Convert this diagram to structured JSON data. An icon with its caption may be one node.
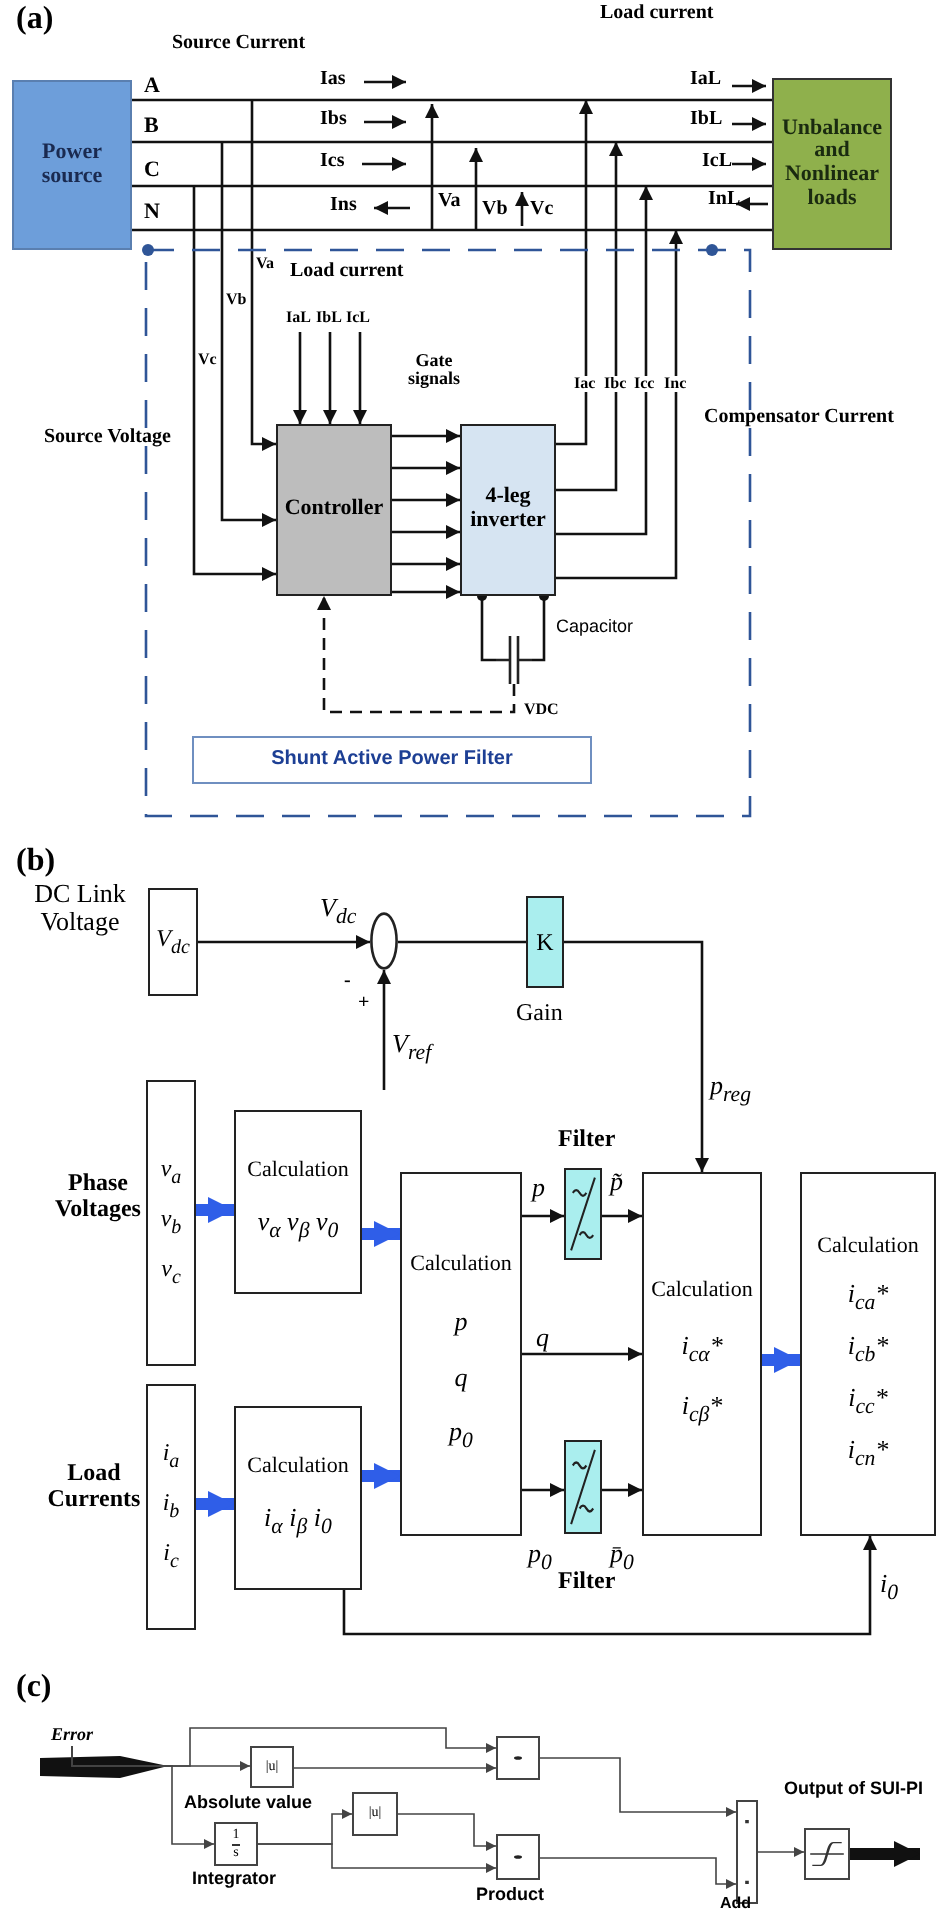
{
  "diagram": {
    "nodes": [
      {
        "text": [
          "Power source"
        ]
      },
      {
        "text": [
          "Unbalance and Nonlinear loads"
        ]
      },
      {
        "text": [
          "Controller"
        ]
      },
      {
        "text": [
          "4-leg inverter"
        ]
      },
      {
        "text": [],
        "shape": "capacitor",
        "beside": [
          "Capacitor"
        ]
      },
      {
        "text": [
          "Shunt Active Power Filter"
        ]
      },
      {
        "text": [
          "V$_{dc}$"
        ],
        "beside": [
          "DC Link Voltage"
        ]
      },
      {
        "text": [],
        "shape": "circle"
      },
      {
        "text": [
          "K"
        ],
        "beside": [
          "Gain"
        ]
      },
      {
        "text": [
          "v$_{a}$",
          "v$_{b}$",
          "v$_{c}$"
        ],
        "beside": [
          "Phase Voltages"
        ]
      },
      {
        "text": [
          "Calculation",
          "v$_{α}$  v$_{β}$  v$_{0}$"
        ]
      },
      {
        "text": [
          "Calculation",
          "p",
          "q",
          "p$_{0}$"
        ]
      },
      {
        "text": [],
        "shape": "box",
        "beside": [
          "Filter"
        ]
      },
      {
        "text": [
          "Calculation",
          "i$_{cα}$*",
          "i$_{cβ}$*"
        ]
      },
      {
        "text": [
          "Calculation",
          "i$_{ca}$*",
          "i$_{cb}$*",
          "i$_{cc}$*",
          "i$_{cn}$*"
        ]
      },
      {
        "text": [
          "i$_{a}$",
          "i$_{b}$",
          "i$_{c}$"
        ],
        "beside": [
          "Load Currents"
        ]
      },
      {
        "text": [
          "Calculation",
          "i$_{α}$  i$_{β}$  i$_{0}$"
        ]
      },
      {
        "text": [],
        "shape": "box",
        "beside": [
          "Filter"
        ]
      },
      {
        "text": [
          "Error"
        ]
      },
      {
        "text": [
          "|u|"
        ],
        "beside": [
          "Absolute value"
        ]
      },
      {
        "text": [],
        "shape": "box"
      },
      {
        "text": [
          "1",
          "s"
        ],
        "beside": [
          "Integrator"
        ]
      },
      {
        "text": [
          "|u|"
        ]
      },
      {
        "text": [],
        "shape": "box",
        "beside": [
          "Product"
        ]
      },
      {
        "text": [],
        "shape": "box",
        "beside": [
          "Add"
        ]
      },
      {
        "text": [],
        "shape": "box"
      }
    ],
    "edges": [
      {
        "from": 0,
        "to": 1,
        "arrow": "none",
        "label": "A"
      },
      {
        "from": 0,
        "to": 1,
        "arrow": "none",
        "label": "B"
      },
      {
        "from": 0,
        "to": 1,
        "arrow": "none",
        "label": "C"
      },
      {
        "from": 0,
        "to": 1,
        "arrow": "none",
        "label": "N"
      },
      {
        "from": null,
        "to": 2,
        "arrow": "to",
        "label": "Va"
      },
      {
        "from": null,
        "to": 2,
        "arrow": "to",
        "label": "Vb"
      },
      {
        "from": null,
        "to": 2,
        "arrow": "to",
        "label": "Vc"
      },
      {
        "from": null,
        "to": 2,
        "arrow": "to",
        "label": "IaL"
      },
      {
        "from": null,
        "to": 2,
        "arrow": "to",
        "label": "IbL"
      },
      {
        "from": null,
        "to": 2,
        "arrow": "to",
        "label": "IcL"
      },
      {
        "from": 2,
        "to": 3,
        "arrow": "to"
      },
      {
        "from": 2,
        "to": 3,
        "arrow": "to"
      },
      {
        "from": 2,
        "to": 3,
        "arrow": "to"
      },
      {
        "from": 2,
        "to": 3,
        "arrow": "to"
      },
      {
        "from": 2,
        "to": 3,
        "arrow": "to"
      },
      {
        "from": 2,
        "to": 3,
        "arrow": "to"
      },
      {
        "from": 3,
        "to": null,
        "arrow": "to",
        "label": "Iac"
      },
      {
        "from": 3,
        "to": null,
        "arrow": "to",
        "label": "Ibc"
      },
      {
        "from": 3,
        "to": null,
        "arrow": "to",
        "label": "Icc"
      },
      {
        "from": 3,
        "to": null,
        "arrow": "to",
        "label": "Inc"
      },
      {
        "from": 3,
        "to": 4,
        "arrow": "other"
      },
      {
        "from": 3,
        "to": 4,
        "arrow": "other"
      },
      {
        "from": 4,
        "to": 2,
        "arrow": "to",
        "label": "VDC",
        "style": "dashed"
      },
      {
        "from": 6,
        "to": 7,
        "arrow": "to",
        "label": "V$_{dc}$"
      },
      {
        "from": null,
        "to": 7,
        "arrow": "to",
        "label": "V$_{ref}$"
      },
      {
        "from": 7,
        "to": 8,
        "arrow": "none"
      },
      {
        "from": 8,
        "to": 13,
        "arrow": "to",
        "label": "p$_{reg}$"
      },
      {
        "from": 9,
        "to": 10,
        "arrow": "to",
        "style": "thick",
        "color": "#2f5ee8"
      },
      {
        "from": 10,
        "to": 11,
        "arrow": "to",
        "style": "thick",
        "color": "#2f5ee8"
      },
      {
        "from": 11,
        "to": 12,
        "arrow": "to",
        "label": "p"
      },
      {
        "from": 12,
        "to": 13,
        "arrow": "to",
        "label": "p̃"
      },
      {
        "from": 11,
        "to": 13,
        "arrow": "to",
        "label": "q"
      },
      {
        "from": 11,
        "to": 17,
        "arrow": "to",
        "label": "p$_{0}$"
      },
      {
        "from": 17,
        "to": 13,
        "arrow": "to",
        "label": "p̄$_{0}$"
      },
      {
        "from": 13,
        "to": 14,
        "arrow": "to",
        "style": "thick",
        "color": "#2f5ee8"
      },
      {
        "from": 15,
        "to": 16,
        "arrow": "to",
        "style": "thick",
        "color": "#2f5ee8"
      },
      {
        "from": 16,
        "to": 11,
        "arrow": "to",
        "style": "thick",
        "color": "#2f5ee8"
      },
      {
        "from": 16,
        "to": 14,
        "arrow": "to",
        "label": "i$_{0}$"
      },
      {
        "from": 18,
        "to": 20,
        "arrow": "to"
      },
      {
        "from": 18,
        "to": 19,
        "arrow": "to"
      },
      {
        "from": 18,
        "to": 21,
        "arrow": "to"
      },
      {
        "from": 19,
        "to": 20,
        "arrow": "to"
      },
      {
        "from": 21,
        "to": 22,
        "arrow": "to"
      },
      {
        "from": 21,
        "to": 23,
        "arrow": "to"
      },
      {
        "from": 22,
        "to": 23,
        "arrow": "to"
      },
      {
        "from": 20,
        "to": 24,
        "arrow": "to"
      },
      {
        "from": 23,
        "to": 24,
        "arrow": "to"
      },
      {
        "from": 24,
        "to": 25,
        "arrow": "to"
      },
      {
        "from": 25,
        "to": null,
        "arrow": "to",
        "style": "thick"
      }
    ],
    "labels": [
      "(a)",
      "Load current",
      "Source Current",
      "Ias",
      "IaL",
      "Ibs",
      "IbL",
      "Ics",
      "IcL",
      "Ins",
      "Va",
      "Vb",
      "Vc",
      "InL",
      "Load current",
      "Gate signals",
      "Compensator Current",
      "Source Voltage",
      "(b)",
      "-",
      "+",
      "(c)",
      "Output of SUI-PI"
    ]
  }
}
